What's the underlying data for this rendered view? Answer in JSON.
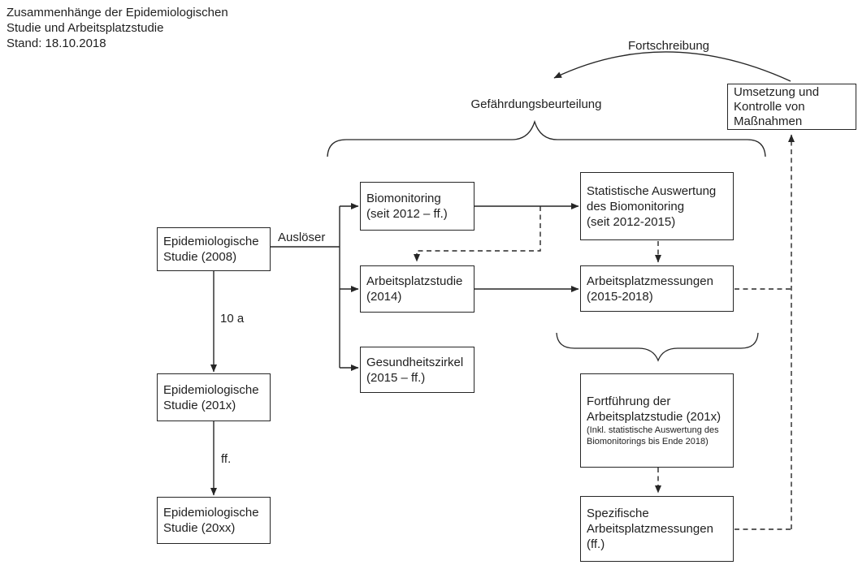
{
  "title": {
    "text": "Zusammenhänge der Epidemiologischen\nStudie und Arbeitsplatzstudie\nStand: 18.10.2018"
  },
  "labels": {
    "fortschreibung": "Fortschreibung",
    "gefaehrdungsbeurteilung": "Gefährdungsbeurteilung",
    "ausloeser": "Auslöser",
    "interval_10a": "10 a",
    "interval_ff": "ff."
  },
  "nodes": {
    "epi2008": {
      "text": "Epidemiologische\nStudie (2008)"
    },
    "epi201x": {
      "text": "Epidemiologische\nStudie (201x)"
    },
    "epi20xx": {
      "text": "Epidemiologische\nStudie (20xx)"
    },
    "biomonitoring": {
      "text": "Biomonitoring\n(seit 2012 – ff.)"
    },
    "arbeitsplatzstudie": {
      "text": "Arbeitsplatzstudie\n(2014)"
    },
    "gesundheitszirkel": {
      "text": "Gesundheitszirkel\n(2015 – ff.)"
    },
    "statistische_auswertung": {
      "text": "Statistische Auswertung\ndes Biomonitoring\n(seit 2012-2015)"
    },
    "arbeitsplatzmessungen": {
      "text": "Arbeitsplatzmessungen\n(2015-2018)"
    },
    "umsetzung": {
      "text": "Umsetzung und\nKontrolle von\nMaßnahmen"
    },
    "fortfuehrung": {
      "text": "Fortführung der\nArbeitsplatzstudie (201x)",
      "subtext": "(Inkl. statistische Auswertung des\nBiomonitorings bis Ende 2018)"
    },
    "spezifische": {
      "text": "Spezifische\nArbeitsplatzmessungen\n(ff.)"
    }
  },
  "colors": {
    "ink": "#1f1f1f",
    "line": "#262626",
    "background": "#ffffff"
  }
}
